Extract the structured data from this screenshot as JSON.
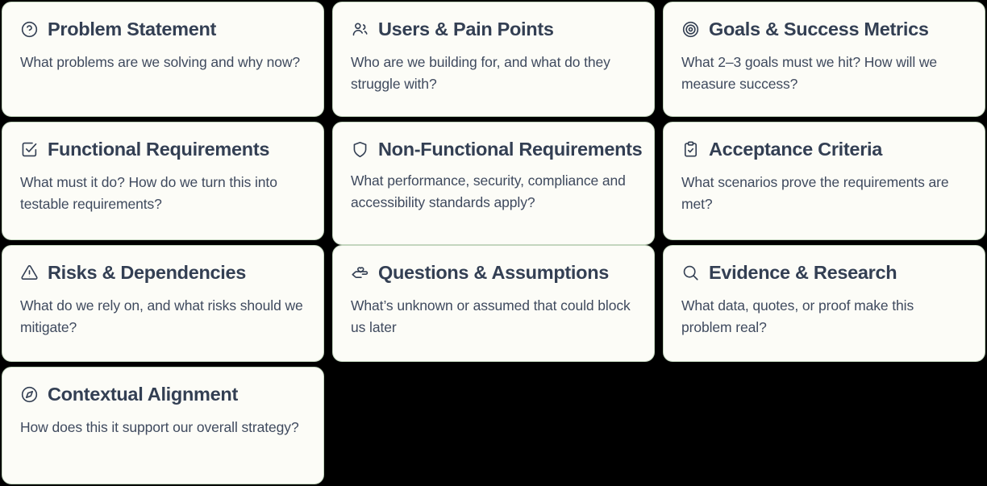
{
  "board": {
    "background_color": "#000000",
    "card_background_color": "#FCFCF7",
    "card_border_color": "#C3D6BE",
    "title_color": "#333F53",
    "body_color": "#3F4A5E",
    "columns": 3,
    "card_count": 10
  },
  "cards": [
    {
      "icon": "help-circle-icon",
      "title": "Problem Statement",
      "description": "What problems are we solving and why now?"
    },
    {
      "icon": "users-icon",
      "title": "Users & Pain Points",
      "description": "Who are we building for, and what do they struggle with?"
    },
    {
      "icon": "target-icon",
      "title": "Goals & Success Metrics",
      "description": "What 2–3 goals must we hit? How will we measure success?"
    },
    {
      "icon": "check-square-icon",
      "title": "Functional Requirements",
      "description": "What must it do? How do we turn this into testable requirements?"
    },
    {
      "icon": "shield-icon",
      "title": "Non-Functional Requirements",
      "description": "What performance, security, compliance and accessibility standards apply?"
    },
    {
      "icon": "clipboard-check-icon",
      "title": "Acceptance Criteria",
      "description": "What scenarios prove the requirements are met?"
    },
    {
      "icon": "alert-triangle-icon",
      "title": "Risks & Dependencies",
      "description": "What do we rely on, and what risks should we mitigate?"
    },
    {
      "icon": "hand-heart-icon",
      "title": "Questions & Assumptions",
      "description": "What’s unknown or assumed that could  block us later"
    },
    {
      "icon": "search-icon",
      "title": "Evidence & Research",
      "description": "What data, quotes, or proof make this problem real?"
    },
    {
      "icon": "compass-icon",
      "title": "Contextual Alignment",
      "description": "How does this it support our overall strategy?"
    }
  ]
}
